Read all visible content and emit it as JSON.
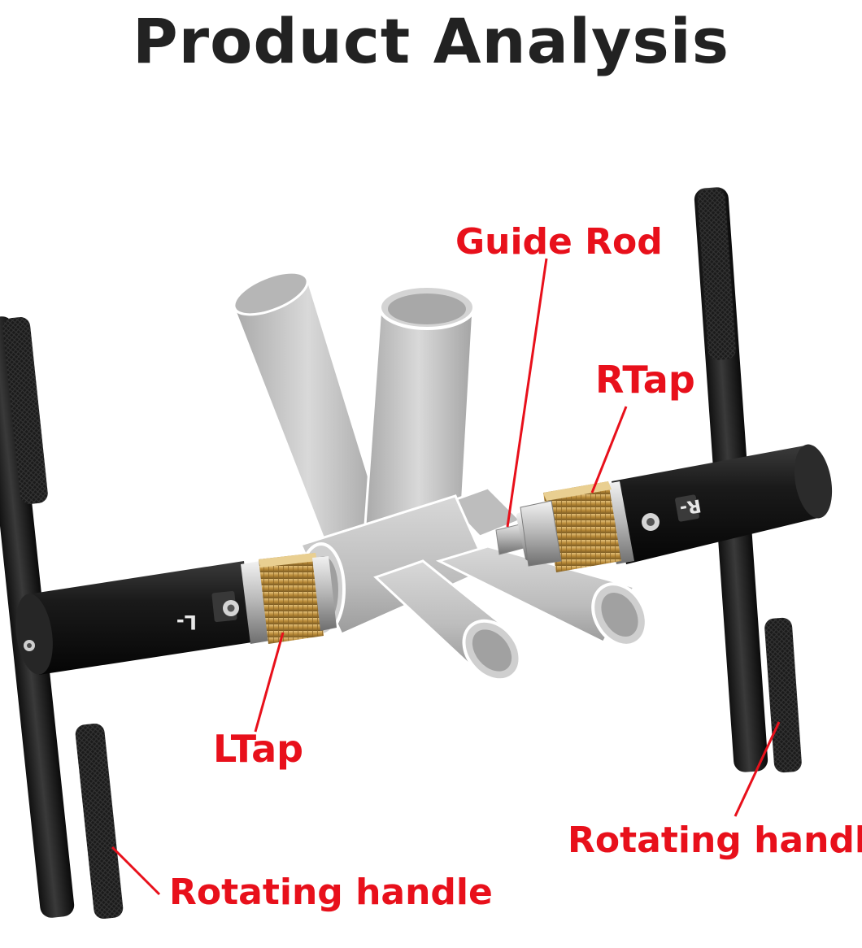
{
  "title": "Product Analysis",
  "labels": {
    "guide_rod": "Guide Rod",
    "r_tap": "RTap",
    "l_tap": "LTap",
    "rotating_handle_right": "Rotating handle",
    "rotating_handle_left": "Rotating handle"
  },
  "tool_marks": {
    "left_body": "L-",
    "right_body": "R-"
  },
  "colors": {
    "callout": "#e8101b",
    "title": "#222222",
    "tool_black": "#151515",
    "tap_gold": "#b8893a",
    "frame_grey": "#c8c8c8"
  }
}
